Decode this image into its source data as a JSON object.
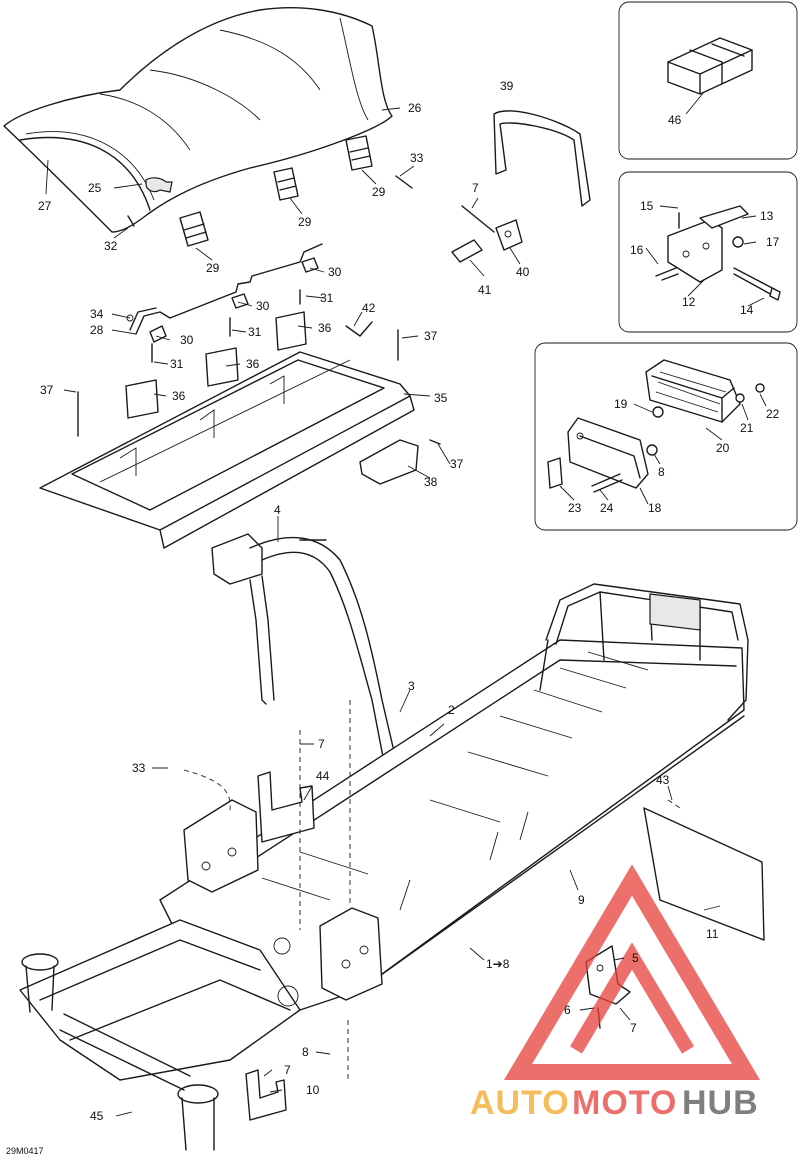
{
  "drawing_code": "29M0417",
  "watermark": {
    "part1": "AUTO",
    "part2": "MOTO",
    "part3": "HUB",
    "color_orange": "#f5a623",
    "color_red": "#e8403a",
    "color_gray": "#555555"
  },
  "callouts": {
    "c1": "26",
    "c2": "27",
    "c3": "25",
    "c4": "32",
    "c5": "29",
    "c6": "29",
    "c7": "29",
    "c8": "33",
    "c9": "30",
    "c10": "30",
    "c11": "30",
    "c12": "31",
    "c13": "31",
    "c14": "31",
    "c15": "34",
    "c16": "28",
    "c17": "42",
    "c18": "36",
    "c19": "36",
    "c20": "36",
    "c21": "37",
    "c22": "37",
    "c23": "37",
    "c24": "35",
    "c25": "38",
    "c26": "39",
    "c27": "7",
    "c28": "40",
    "c29": "41",
    "c30": "46",
    "c31": "15",
    "c32": "13",
    "c33": "16",
    "c34": "17",
    "c35": "12",
    "c36": "14",
    "c37": "19",
    "c38": "22",
    "c39": "21",
    "c40": "20",
    "c41": "8",
    "c42": "23",
    "c43": "24",
    "c44": "18",
    "c45": "4",
    "c46": "3",
    "c47": "2",
    "c48": "7",
    "c49": "33",
    "c50": "44",
    "c51": "43",
    "c52": "9",
    "c53": "11",
    "c54": "1➔8",
    "c55": "5",
    "c56": "6",
    "c57": "7",
    "c58": "8",
    "c59": "7",
    "c60": "10",
    "c61": "45"
  }
}
